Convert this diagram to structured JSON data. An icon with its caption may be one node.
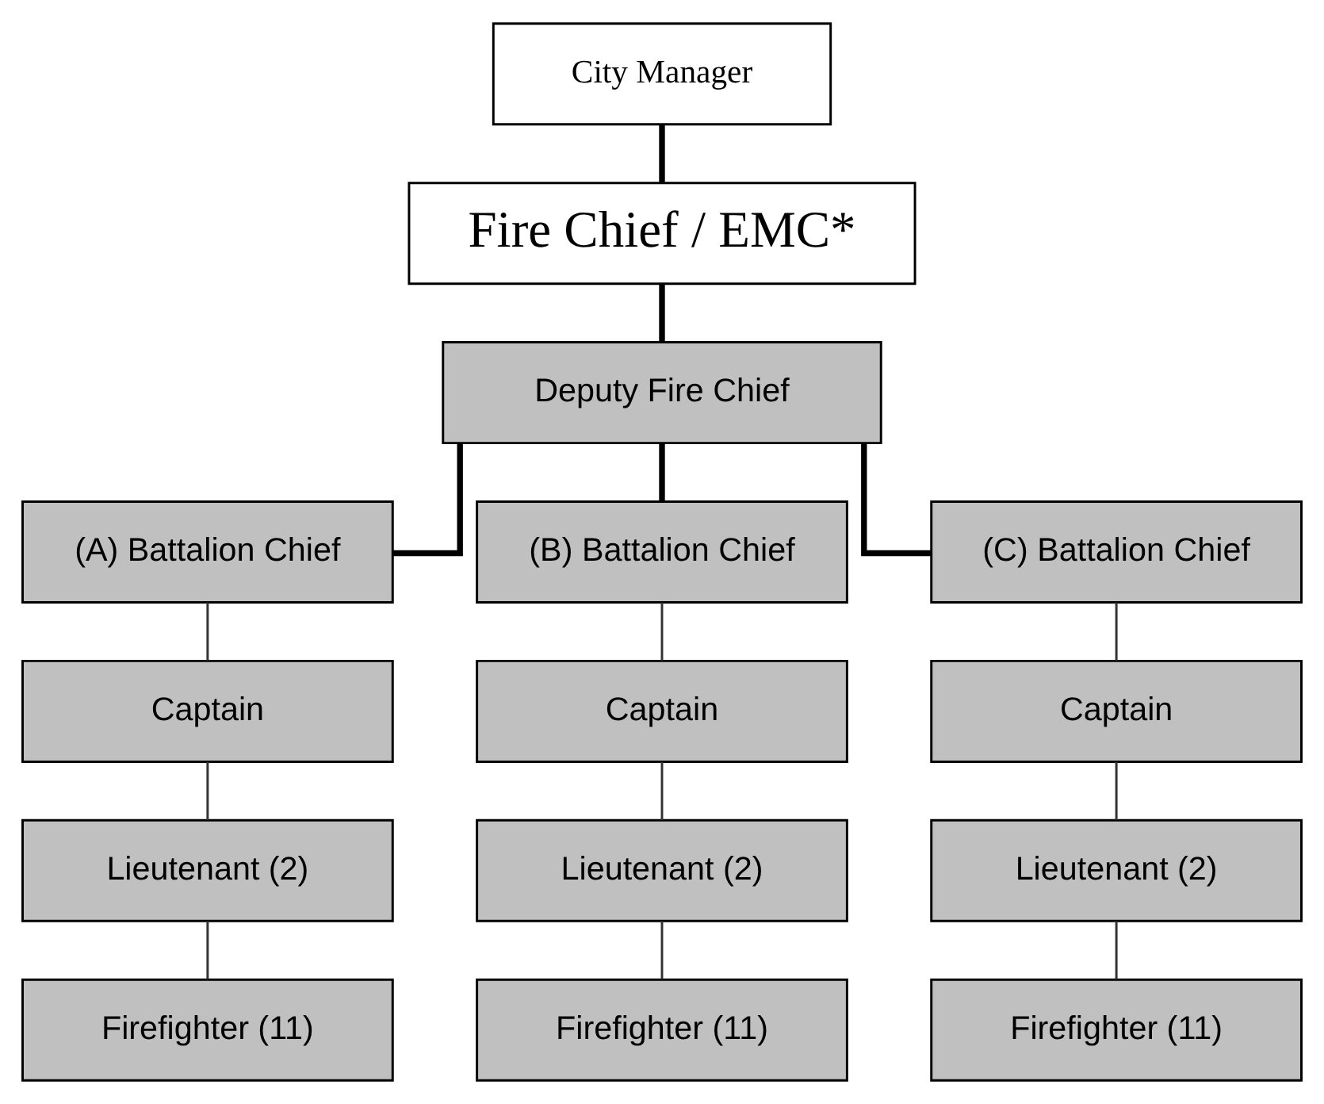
{
  "diagram": {
    "nodes": [
      {
        "text": [
          "City Manager"
        ]
      },
      {
        "text": [
          "Fire Chief / EMC*"
        ]
      },
      {
        "text": [
          "Deputy Fire Chief"
        ]
      },
      {
        "text": [
          "(A) Battalion Chief"
        ]
      },
      {
        "text": [
          "(B) Battalion Chief"
        ]
      },
      {
        "text": [
          "(C) Battalion Chief"
        ]
      },
      {
        "text": [
          "Captain"
        ]
      },
      {
        "text": [
          "Captain"
        ]
      },
      {
        "text": [
          "Captain"
        ]
      },
      {
        "text": [
          "Lieutenant (2)"
        ]
      },
      {
        "text": [
          "Lieutenant (2)"
        ]
      },
      {
        "text": [
          "Lieutenant (2)"
        ]
      },
      {
        "text": [
          "Firefighter (11)"
        ]
      },
      {
        "text": [
          "Firefighter (11)"
        ]
      },
      {
        "text": [
          "Firefighter (11)"
        ]
      }
    ],
    "edges": [
      {
        "from": 0,
        "to": 1,
        "arrow": "none",
        "style": "thick"
      },
      {
        "from": 1,
        "to": 2,
        "arrow": "none",
        "style": "thick"
      },
      {
        "from": 2,
        "to": 3,
        "arrow": "none",
        "style": "thick"
      },
      {
        "from": 2,
        "to": 4,
        "arrow": "none",
        "style": "thick"
      },
      {
        "from": 2,
        "to": 5,
        "arrow": "none",
        "style": "thick"
      },
      {
        "from": 3,
        "to": 6,
        "arrow": "none"
      },
      {
        "from": 4,
        "to": 7,
        "arrow": "none"
      },
      {
        "from": 5,
        "to": 8,
        "arrow": "none"
      },
      {
        "from": 6,
        "to": 9,
        "arrow": "none"
      },
      {
        "from": 7,
        "to": 10,
        "arrow": "none"
      },
      {
        "from": 8,
        "to": 11,
        "arrow": "none"
      },
      {
        "from": 9,
        "to": 12,
        "arrow": "none"
      },
      {
        "from": 10,
        "to": 13,
        "arrow": "none"
      },
      {
        "from": 11,
        "to": 14,
        "arrow": "none"
      }
    ]
  }
}
